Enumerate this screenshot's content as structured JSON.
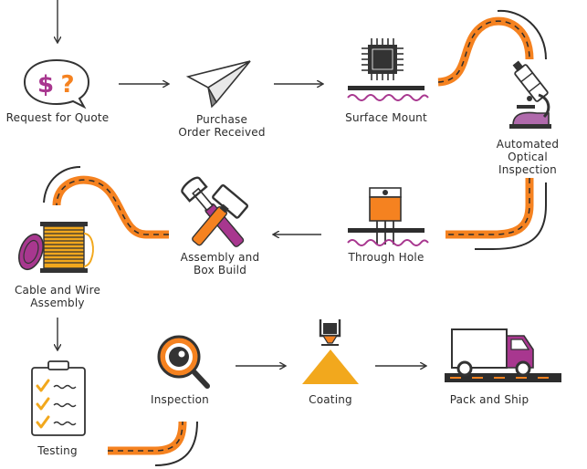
{
  "colors": {
    "ink": "#333333",
    "orange": "#f58220",
    "magenta": "#a8378f",
    "purple": "#b06aac",
    "yellow": "#f2a81d",
    "road": "#2d2d2d"
  },
  "steps": [
    {
      "id": "quote",
      "label": "Request for Quote",
      "icon": "speech-bubble-dollar-question-icon"
    },
    {
      "id": "po",
      "label": "Purchase\nOrder Received",
      "icon": "paper-plane-icon"
    },
    {
      "id": "smt",
      "label": "Surface Mount",
      "icon": "chip-on-board-icon"
    },
    {
      "id": "aoi",
      "label": "Automated\nOptical Inspection",
      "icon": "microscope-icon"
    },
    {
      "id": "tht",
      "label": "Through Hole",
      "icon": "through-hole-component-icon"
    },
    {
      "id": "box",
      "label": "Assembly and\nBox Build",
      "icon": "hammer-wrench-icon"
    },
    {
      "id": "cable",
      "label": "Cable and Wire\nAssembly",
      "icon": "wire-spool-icon"
    },
    {
      "id": "testing",
      "label": "Testing",
      "icon": "checklist-clipboard-icon"
    },
    {
      "id": "inspection",
      "label": "Inspection",
      "icon": "magnifier-eye-icon"
    },
    {
      "id": "coating",
      "label": "Coating",
      "icon": "spray-nozzle-icon"
    },
    {
      "id": "ship",
      "label": "Pack and Ship",
      "icon": "delivery-truck-icon"
    }
  ]
}
